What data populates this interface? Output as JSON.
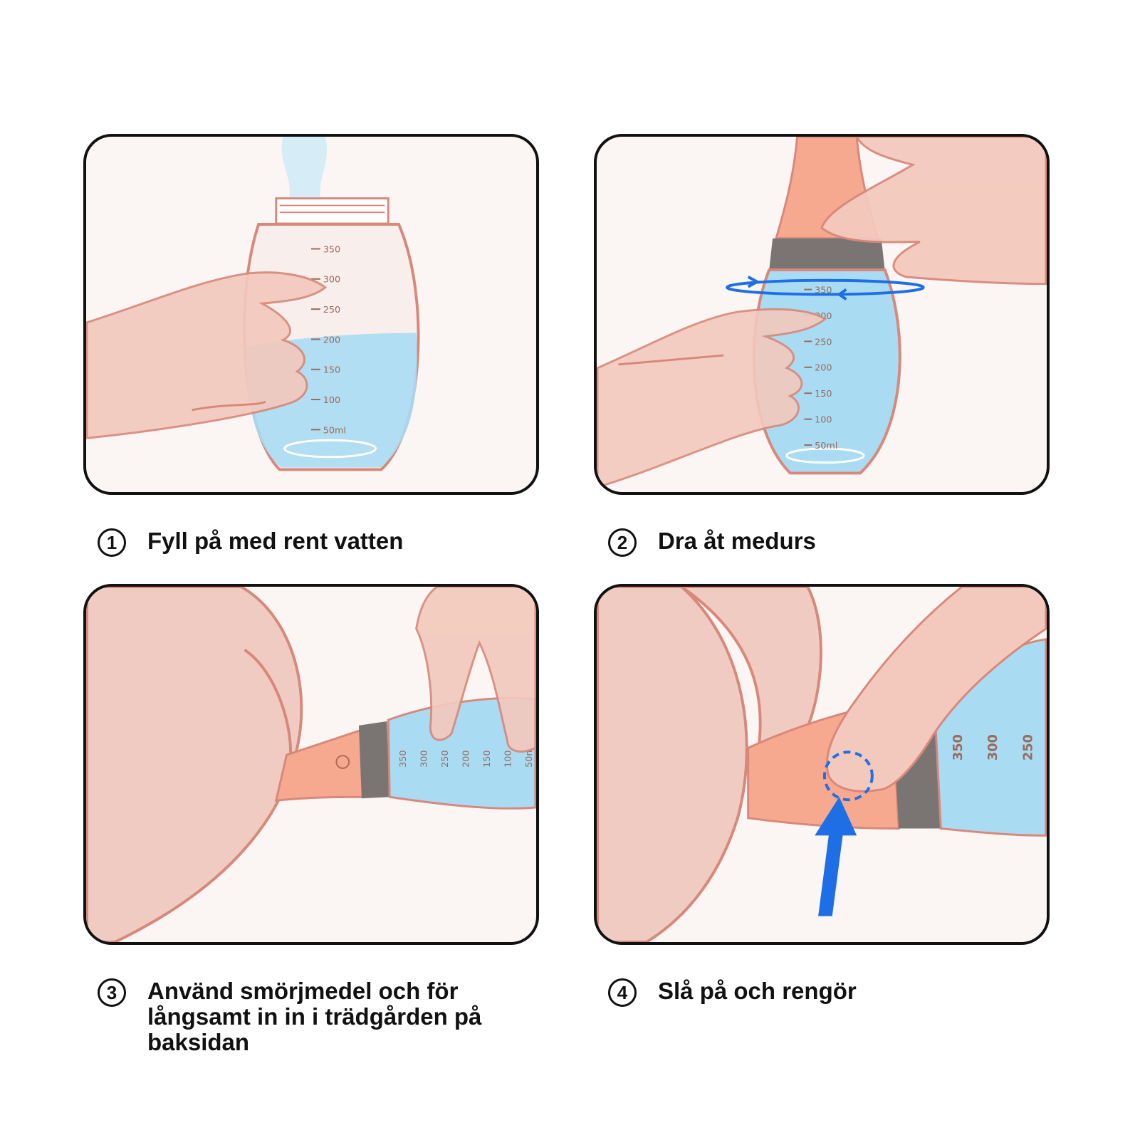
{
  "steps": [
    {
      "number": "1",
      "caption": "Fyll på med rent vatten"
    },
    {
      "number": "2",
      "caption": "Dra åt medurs"
    },
    {
      "number": "3",
      "caption": "Använd smörjmedel och för långsamt in in i trädgården på baksidan"
    },
    {
      "number": "4",
      "caption": "Slå på och rengör"
    }
  ],
  "bottle_scale": [
    "350",
    "300",
    "250",
    "200",
    "150",
    "100",
    "50ml"
  ],
  "bottle_scale_short": [
    "350",
    "300",
    "250"
  ],
  "icons": {
    "panel1": "bottle-filling-icon",
    "panel2": "tighten-rotate-icon",
    "panel3": "insert-device-icon",
    "panel4": "press-button-icon"
  },
  "colors": {
    "skin": "#f3c9bd",
    "skin_outline": "#d8887a",
    "water": "#a9dcf3",
    "nozzle": "#f6a98e",
    "band": "#7a7472",
    "arrow": "#1e6fe6"
  }
}
